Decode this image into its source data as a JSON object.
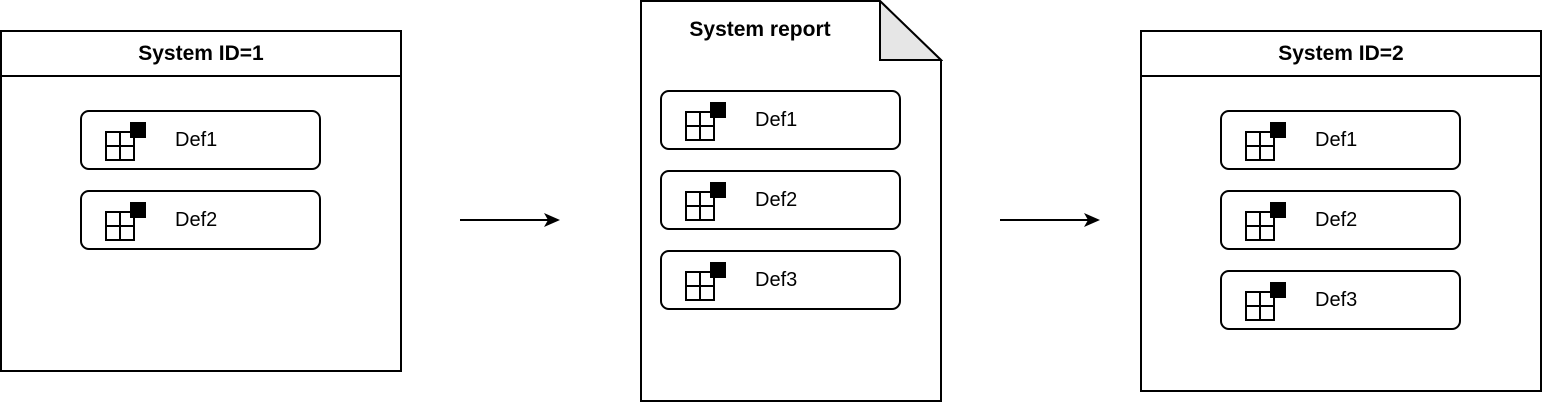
{
  "system_left": {
    "title": "System ID=1",
    "defs": [
      {
        "label": "Def1",
        "icon": "component-icon"
      },
      {
        "label": "Def2",
        "icon": "component-icon"
      }
    ]
  },
  "report": {
    "title": "System report",
    "defs": [
      {
        "label": "Def1",
        "icon": "component-icon"
      },
      {
        "label": "Def2",
        "icon": "component-icon"
      },
      {
        "label": "Def3",
        "icon": "component-icon"
      }
    ]
  },
  "system_right": {
    "title": "System ID=2",
    "defs": [
      {
        "label": "Def1",
        "icon": "component-icon"
      },
      {
        "label": "Def2",
        "icon": "component-icon"
      },
      {
        "label": "Def3",
        "icon": "component-icon"
      }
    ]
  },
  "colors": {
    "stroke": "#000000",
    "background": "#ffffff",
    "fold": "#e6e6e6"
  }
}
